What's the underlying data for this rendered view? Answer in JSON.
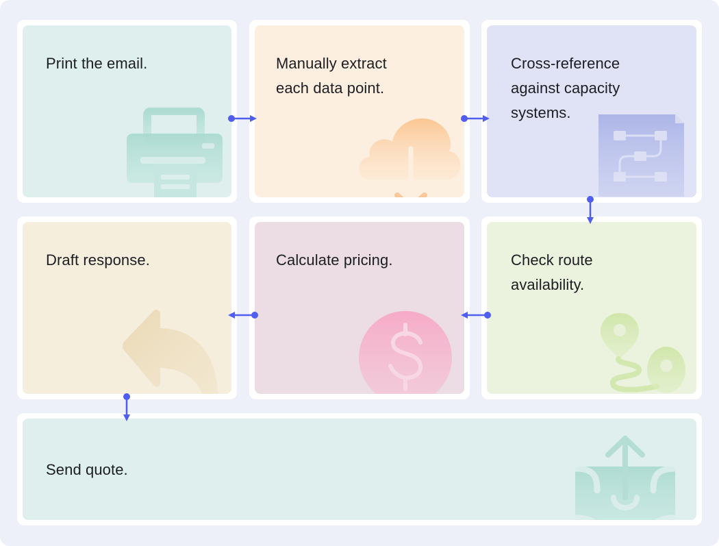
{
  "colors": {
    "background": "#edf0f9",
    "arrow": "#4f5ef0",
    "card_print": "#dfefed",
    "card_extract": "#fcefe0",
    "card_crossref": "#e0e3f5",
    "card_draft": "#f5eedd",
    "card_pricing": "#ebdde3",
    "card_route": "#ebf3de",
    "card_send": "#dfefed"
  },
  "steps": [
    {
      "label": "Print the email.",
      "icon": "printer-icon"
    },
    {
      "label": "Manually extract\neach data point.",
      "icon": "cloud-download-icon"
    },
    {
      "label": "Cross-reference\nagainst capacity\nsystems.",
      "icon": "flowchart-document-icon"
    },
    {
      "label": "Check route\navailability.",
      "icon": "route-pin-icon"
    },
    {
      "label": "Calculate pricing.",
      "icon": "dollar-coin-icon"
    },
    {
      "label": "Draft response.",
      "icon": "reply-arrow-icon"
    },
    {
      "label": "Send quote.",
      "icon": "send-package-icon"
    }
  ]
}
